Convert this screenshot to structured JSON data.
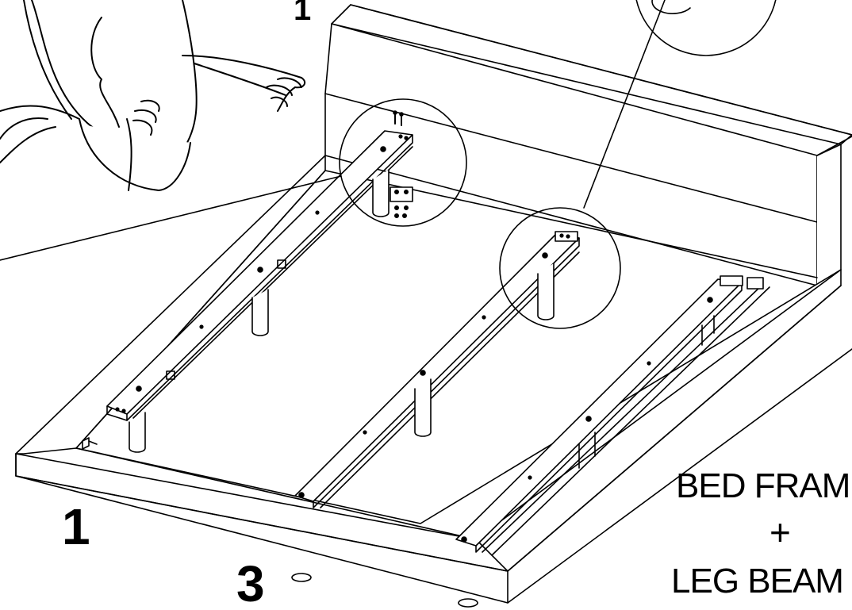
{
  "diagram": {
    "step_labels": {
      "step_a": "1",
      "step_b": "3",
      "step_top": "1"
    },
    "caption": {
      "line1": "BED FRAM",
      "plus": "+",
      "line2": "LEG BEAM"
    }
  },
  "colors": {
    "line": "#000000",
    "background": "#ffffff"
  }
}
